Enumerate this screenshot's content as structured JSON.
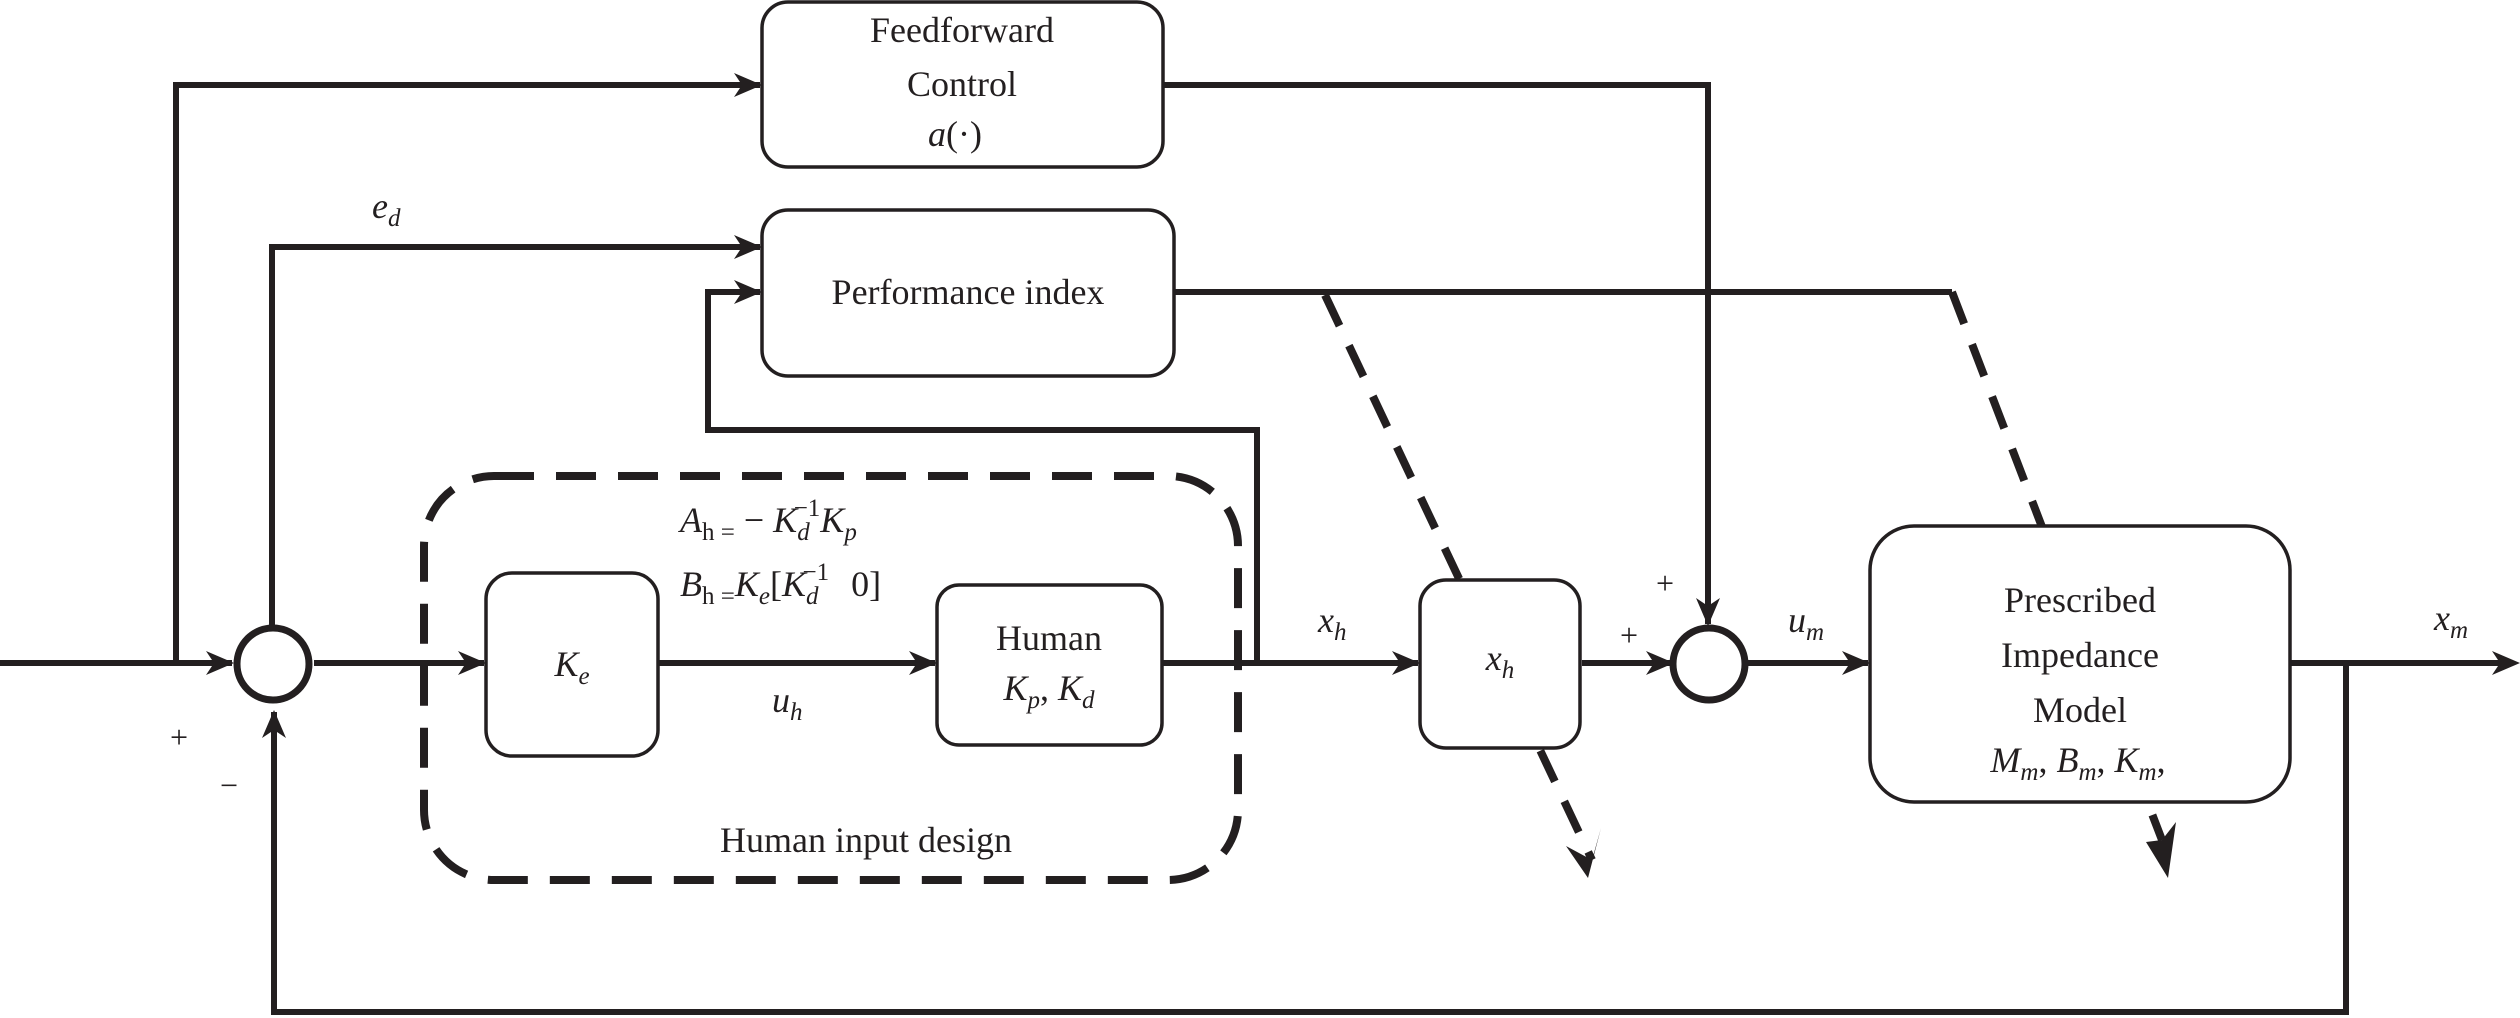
{
  "blocks": {
    "feedforward": {
      "line1": "Feedforward",
      "line2": "Control",
      "fn": "a",
      "fn_arg": "(·)"
    },
    "performance": {
      "label": "Performance index"
    },
    "ke": {
      "sym": "K",
      "sub": "e"
    },
    "human": {
      "title": "Human",
      "k1": "K",
      "k1_sub": "p",
      "sep": ", ",
      "k2": "K",
      "k2_sub": "d"
    },
    "xh_block": {
      "sym": "x",
      "sub": "h"
    },
    "impedance": {
      "line1": "Prescribed",
      "line2": "Impedance",
      "line3": "Model",
      "m": "M",
      "m_sub": "m",
      "b": "B",
      "b_sub": "m",
      "k": "K",
      "k_sub": "m",
      "sep": ", ",
      "trail": ","
    },
    "human_input": {
      "label": "Human input design"
    }
  },
  "equations": {
    "ah": {
      "lhs": "A",
      "lhs_sub": "h =",
      "minus": " − ",
      "k1": "K",
      "k1_sub": "d",
      "k1_sup": "−1",
      "k2": "K",
      "k2_sub": "p"
    },
    "bh": {
      "lhs": "B",
      "lhs_sub": "h =",
      "k1": "K",
      "k1_sub": "e",
      "open": "[",
      "k2": "K",
      "k2_sub": "d",
      "k2_sup": "−1",
      "zero": "0]"
    }
  },
  "signals": {
    "ed": {
      "sym": "e",
      "sub": "d"
    },
    "uh": {
      "sym": "u",
      "sub": "h"
    },
    "xh": {
      "sym": "x",
      "sub": "h"
    },
    "um": {
      "sym": "u",
      "sub": "m"
    },
    "xm": {
      "sym": "x",
      "sub": "m"
    }
  },
  "signs": {
    "plus_left": "+",
    "minus_left": "−",
    "plus_top": "+",
    "plus_xh": "+"
  }
}
